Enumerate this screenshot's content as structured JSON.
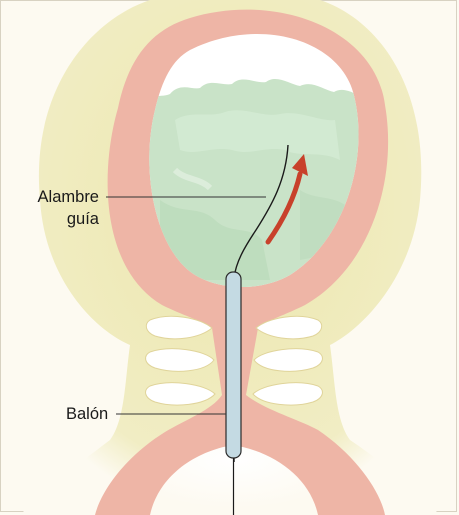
{
  "labels": {
    "guide_wire_line1": "Alambre",
    "guide_wire_line2": "guía",
    "balloon": "Balón"
  },
  "colors": {
    "background": "#fdfaf1",
    "tissue": "#efeab5",
    "wall": "#eeb5a6",
    "fluid": "#c9e3c8",
    "balloon": "#c4dae3",
    "arrow": "#c8412b"
  }
}
